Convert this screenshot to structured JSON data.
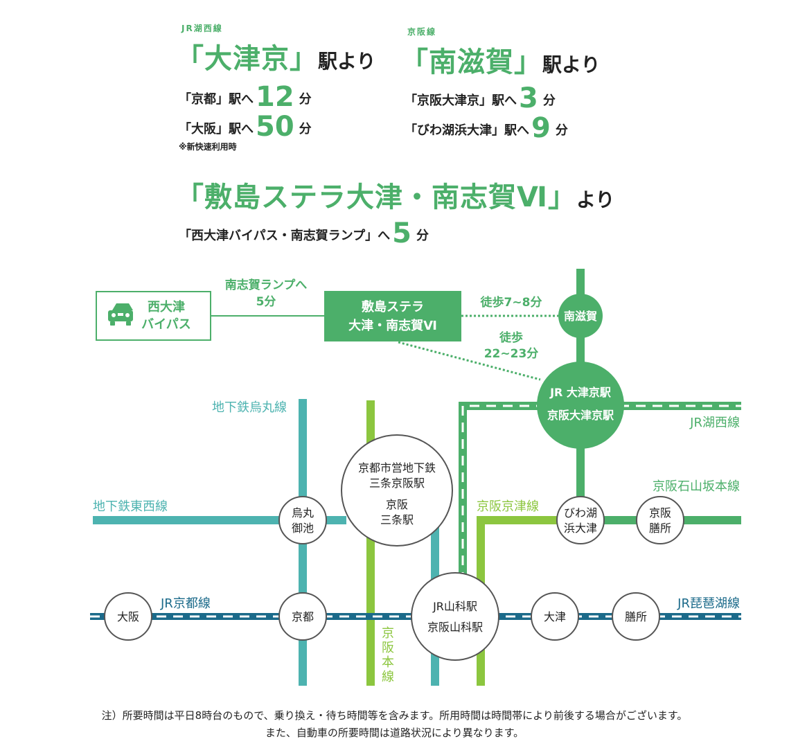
{
  "header": {
    "block1": {
      "line_label": "JR湖西線",
      "station": "「大津京」",
      "suffix": "駅より",
      "rows": [
        {
          "dest": "「京都」駅へ",
          "minutes": "12",
          "unit": "分"
        },
        {
          "dest": "「大阪」駅へ",
          "minutes": "50",
          "unit": "分"
        }
      ],
      "note": "※新快速利用時"
    },
    "block2": {
      "line_label": "京阪線",
      "station": "「南滋賀」",
      "suffix": "駅より",
      "rows": [
        {
          "dest": "「京阪大津京」駅へ",
          "minutes": "3",
          "unit": "分"
        },
        {
          "dest": "「びわ湖浜大津」駅へ",
          "minutes": "9",
          "unit": "分"
        }
      ]
    },
    "block3": {
      "name": "「敷島ステラ大津・南志賀Ⅵ」",
      "suffix": "より",
      "row": {
        "dest": "「西大津バイパス・南志賀ランプ」へ",
        "minutes": "5",
        "unit": "分"
      }
    }
  },
  "map": {
    "car_box": {
      "line1": "西大津",
      "line2": "バイパス"
    },
    "ramp_label": {
      "line1": "南志賀ランプへ",
      "line2": "5分"
    },
    "property": {
      "line1": "敷島ステラ",
      "line2": "大津・南志賀Ⅵ"
    },
    "walk1": "徒歩7~8分",
    "walk2": {
      "line1": "徒歩",
      "line2": "22~23分"
    },
    "stations": {
      "minamishiga": "南滋賀",
      "otsukyo": {
        "line1": "JR 大津京駅",
        "line2": "京阪大津京駅"
      },
      "sanjo": {
        "line1": "京都市営地下鉄",
        "line2": "三条京阪駅",
        "line3": "京阪",
        "line4": "三条駅"
      },
      "karasuma_oike": {
        "line1": "烏丸",
        "line2": "御池"
      },
      "biwako_hamaotsu": {
        "line1": "びわ湖",
        "line2": "浜大津"
      },
      "keihan_zeze": {
        "line1": "京阪",
        "line2": "膳所"
      },
      "osaka": "大阪",
      "kyoto": "京都",
      "yamashina": {
        "line1": "JR山科駅",
        "line2": "京阪山科駅"
      },
      "otsu": "大津",
      "zeze": "膳所"
    },
    "lines": {
      "karasuma": "地下鉄烏丸線",
      "tozai": "地下鉄東西線",
      "kosei": "JR湖西線",
      "ishiyama_sakamoto": "京阪石山坂本線",
      "keishin": "京阪京津線",
      "jr_kyoto": "JR京都線",
      "jr_biwako": "JR琵琶湖線",
      "keihan_main": "京阪本線"
    },
    "colors": {
      "green": "#4caf6a",
      "teal": "#4db3b0",
      "lime": "#8cc63f",
      "jr_blue": "#1b6a8a"
    }
  },
  "footnote": {
    "line1": "注）所要時間は平日8時台のもので、乗り換え・待ち時間等を含みます。所用時間は時間帯により前後する場合がございます。",
    "line2": "また、自動車の所要時間は道路状況により異なります。"
  }
}
